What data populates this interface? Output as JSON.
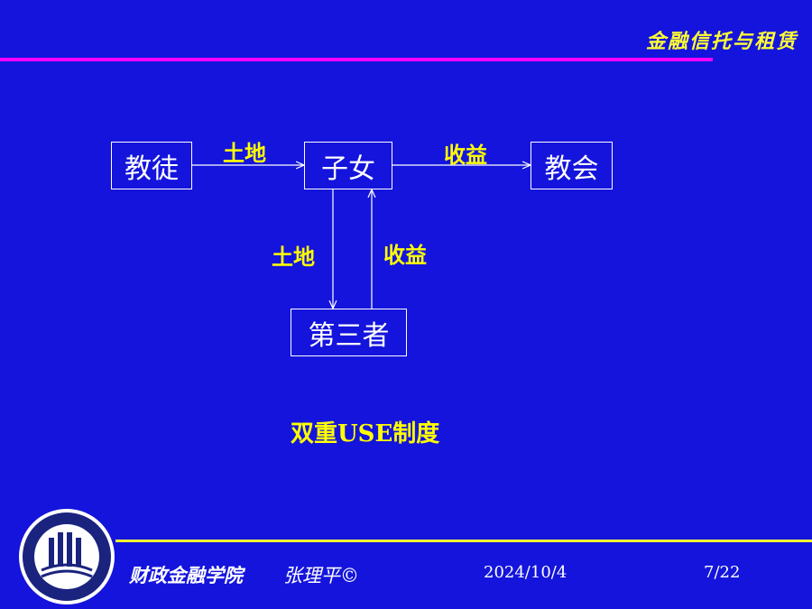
{
  "header": {
    "title": "金融信托与租赁"
  },
  "diagram": {
    "nodes": {
      "believer": "教徒",
      "children": "子女",
      "church": "教会",
      "third_party": "第三者"
    },
    "edges": {
      "believer_to_children": "土地",
      "children_to_church": "收益",
      "children_to_third_party": "土地",
      "third_party_to_children": "收益"
    }
  },
  "caption": "双重USE制度",
  "footer": {
    "institution": "财政金融学院",
    "author": "张理平©",
    "date": "2024/10/4",
    "page": "7/22"
  },
  "colors": {
    "background": "#1414dc",
    "accent_line": "#ff00ff",
    "label_yellow": "#ffff00",
    "box_border": "#ffffff"
  }
}
